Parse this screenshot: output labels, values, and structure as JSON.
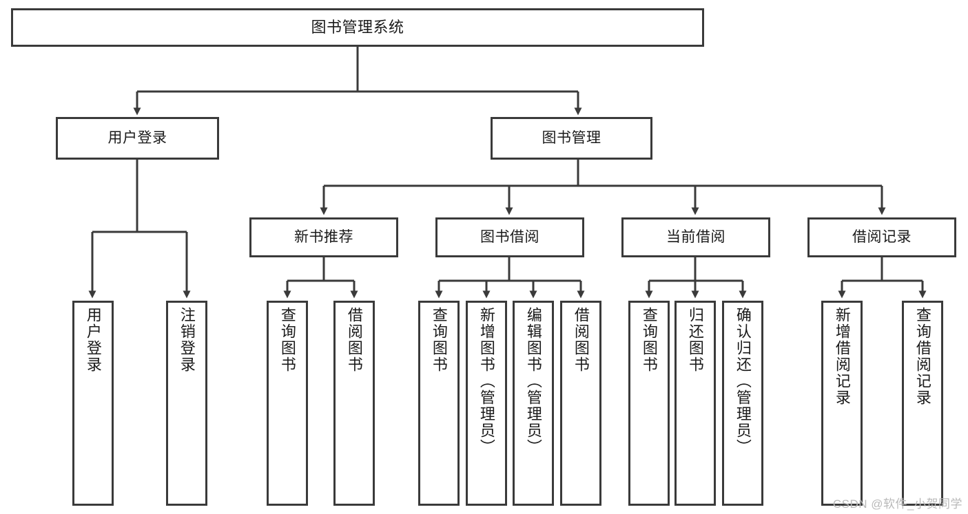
{
  "diagram": {
    "title": "图书管理系统",
    "type": "hierarchy-tree",
    "colors": {
      "background": "#ffffff",
      "box_border": "#3a3a3a",
      "box_fill": "#ffffff",
      "edge": "#3a3a3a",
      "text": "#1a1a1a",
      "watermark": "#b9b9b9"
    },
    "root": {
      "label": "图书管理系统"
    },
    "level1": [
      {
        "label": "用户登录"
      },
      {
        "label": "图书管理"
      }
    ],
    "level2": [
      {
        "label": "新书推荐"
      },
      {
        "label": "图书借阅"
      },
      {
        "label": "当前借阅"
      },
      {
        "label": "借阅记录"
      }
    ],
    "leaves": {
      "user_login": [
        {
          "label": "用户登录"
        },
        {
          "label": "注销登录"
        }
      ],
      "new_book_recommend": [
        {
          "label": "查询图书"
        },
        {
          "label": "借阅图书"
        }
      ],
      "book_borrow": [
        {
          "label": "查询图书"
        },
        {
          "label": "新增图书（管理员）"
        },
        {
          "label": "编辑图书（管理员）"
        },
        {
          "label": "借阅图书"
        }
      ],
      "current_borrow": [
        {
          "label": "查询图书"
        },
        {
          "label": "归还图书"
        },
        {
          "label": "确认归还（管理员）"
        }
      ],
      "borrow_record": [
        {
          "label": "新增借阅记录"
        },
        {
          "label": "查询借阅记录"
        }
      ]
    },
    "watermark": "CSDN @软件_小贺同学"
  }
}
